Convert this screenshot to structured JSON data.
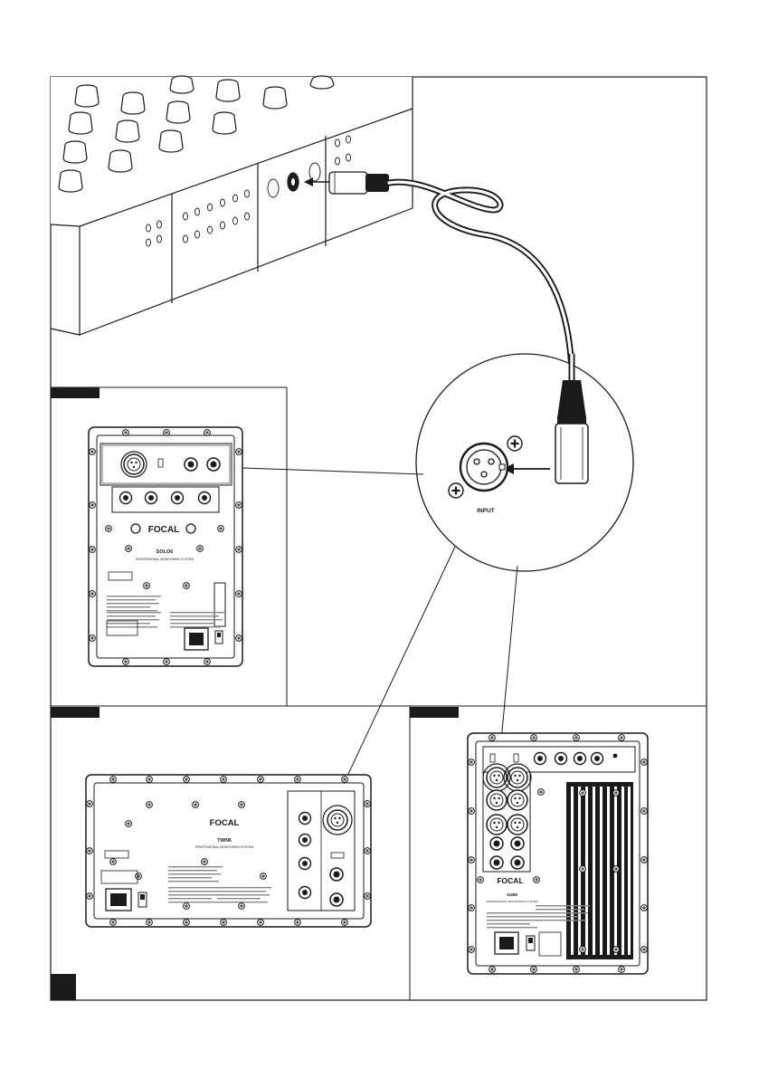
{
  "labels": {
    "input": "INPUT",
    "brand": "FOCAL",
    "solo6_model": "SOLO6",
    "solo6_tagline": "PROFESSIONAL MONITORING SYSTEM",
    "twin6_model": "TWIN6",
    "twin6_tagline": "PROFESSIONAL MONITORING SYSTEM",
    "sub6_model": "SUB6",
    "sub6_tagline": "PROFESSIONAL MONITORING SYSTEM"
  },
  "colors": {
    "line": "#1a1a1a",
    "tab": "#1a1a1a",
    "paper": "#ffffff",
    "panel_fill": "#ffffff",
    "grey": "#cccccc"
  },
  "icons": {
    "screw": "phillips-screw-icon",
    "xlr": "xlr-connector-icon",
    "arrow": "left-arrow-icon"
  }
}
